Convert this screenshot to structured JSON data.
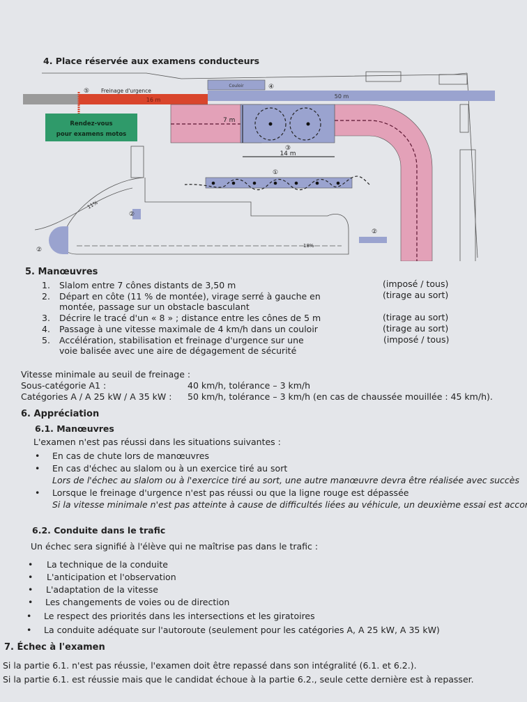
{
  "section4": {
    "title": "4.  Place réservée aux examens conducteurs",
    "diagram": {
      "couloir": "Couloir",
      "freinage": "Freinage d'urgence",
      "dist_16": "16 m",
      "dist_50": "50 m",
      "dist_7": "7 m",
      "dist_14": "14 m",
      "rendezvous_line1": "Rendez-vous",
      "rendezvous_line2": "pour examens motos",
      "slope_11": "11%",
      "slope_18": "18%",
      "marker1": "①",
      "marker2": "②",
      "marker3": "③",
      "marker4": "④",
      "marker5": "⑤",
      "colors": {
        "red": "#d9452c",
        "blue": "#9aa3cf",
        "pink": "#e3a1b8",
        "green": "#2f9a6a",
        "gray": "#9a9a9a"
      }
    }
  },
  "section5": {
    "title": "5.  Manœuvres",
    "items": [
      {
        "num": "1.",
        "text": "Slalom entre 7 cônes distants de 3,50 m",
        "note": "(imposé / tous)"
      },
      {
        "num": "2.",
        "text": "Départ en côte (11 % de montée), virage serré à gauche en",
        "text2": "montée, passage sur un obstacle basculant",
        "note": "(tirage au sort)"
      },
      {
        "num": "3.",
        "text": "Décrire le tracé d'un « 8 » ; distance entre les cônes de 5 m",
        "note": "(tirage au sort)"
      },
      {
        "num": "4.",
        "text": "Passage à une vitesse maximale de 4 km/h dans un couloir",
        "note": "(tirage au sort)"
      },
      {
        "num": "5.",
        "text": "Accélération, stabilisation et freinage d'urgence sur une",
        "text2": "voie balisée avec une aire de dégagement de sécurité",
        "note": "(imposé / tous)"
      }
    ],
    "speed_title": "Vitesse minimale au seuil de freinage :",
    "speed_rows": [
      {
        "label": "Sous-catégorie A1 :",
        "value": "40 km/h, tolérance – 3 km/h"
      },
      {
        "label": "Catégories A / A 25 kW / A 35 kW :",
        "value": "50 km/h, tolérance – 3 km/h (en cas de chaussée mouillée : 45 km/h)."
      }
    ]
  },
  "section6": {
    "title": "6.  Appréciation",
    "sub1_title": "6.1. Manœuvres",
    "sub1_intro": "L'examen n'est pas réussi dans les situations suivantes :",
    "sub1_items": [
      {
        "text": "En cas de chute lors de manœuvres"
      },
      {
        "text": "En cas d'échec au slalom ou à un exercice tiré au sort",
        "note": "Lors de l'échec au slalom ou à l'exercice tiré au sort, une autre manœuvre devra être réalisée avec succès"
      },
      {
        "text": "Lorsque le freinage d'urgence n'est pas réussi ou que la ligne rouge est dépassée",
        "note": "Si la vitesse minimale n'est pas atteinte à cause de difficultés liées au véhicule, un deuxième essai est accordé"
      }
    ],
    "sub2_title": "6.2. Conduite dans le trafic",
    "sub2_intro": "Un échec sera signifié à l'élève qui ne maîtrise pas dans le trafic :",
    "sub2_items": [
      "La technique de la conduite",
      "L'anticipation et l'observation",
      "L'adaptation de la vitesse",
      "Les changements de voies ou de direction",
      "Le respect des priorités dans les intersections et les giratoires",
      "La conduite adéquate sur l'autoroute (seulement pour les catégories A, A 25 kW, A 35 kW)"
    ]
  },
  "section7": {
    "title": "7.  Échec à l'examen",
    "lines": [
      "Si la partie 6.1. n'est pas réussie, l'examen doit être repassé dans son intégralité (6.1. et 6.2.).",
      "Si la partie 6.1. est réussie mais que le candidat échoue à la partie 6.2., seule cette dernière est à repasser."
    ]
  }
}
